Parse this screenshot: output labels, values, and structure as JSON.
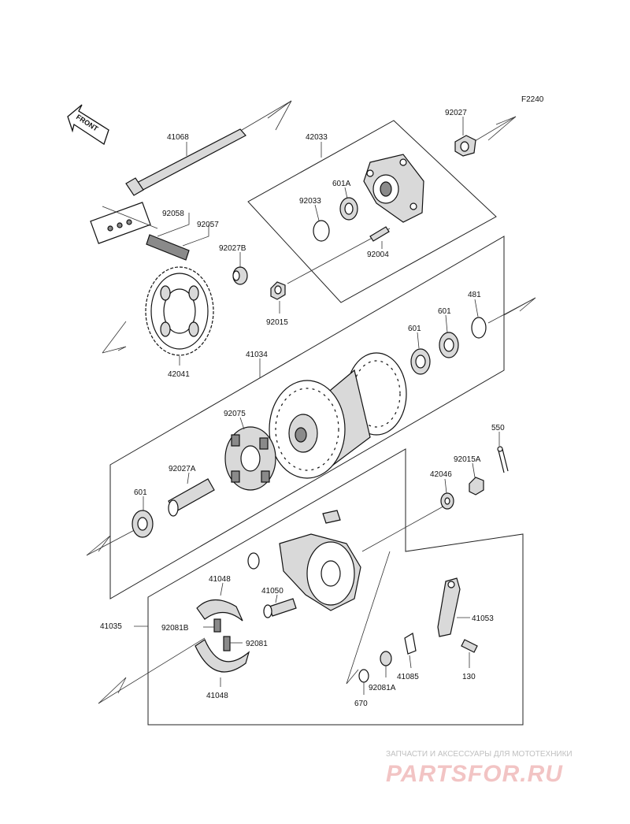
{
  "diagram": {
    "code": "F2240",
    "front_label": "FRONT",
    "labels": {
      "p41068": "41068",
      "p92058": "92058",
      "p92057": "92057",
      "p92027b": "92027B",
      "p42041": "42041",
      "p42033": "42033",
      "p92033": "92033",
      "p601a": "601A",
      "p92004": "92004",
      "p92015": "92015",
      "p92027": "92027",
      "p481": "481",
      "p601_top": "601",
      "p601_mid": "601",
      "p41034": "41034",
      "p92075": "92075",
      "p92027a": "92027A",
      "p601_left": "601",
      "p550": "550",
      "p92015a": "92015A",
      "p42046": "42046",
      "p41048_top": "41048",
      "p41050": "41050",
      "p41035": "41035",
      "p92081b": "92081B",
      "p92081": "92081",
      "p41048_bot": "41048",
      "p41053": "41053",
      "p41085": "41085",
      "p92081a": "92081A",
      "p670": "670",
      "p130": "130"
    }
  },
  "watermark": {
    "tagline": "ЗАПЧАСТИ И АКСЕССУАРЫ ДЛЯ МОТОТЕХНИКИ",
    "logo": "PARTSFOR.RU"
  }
}
